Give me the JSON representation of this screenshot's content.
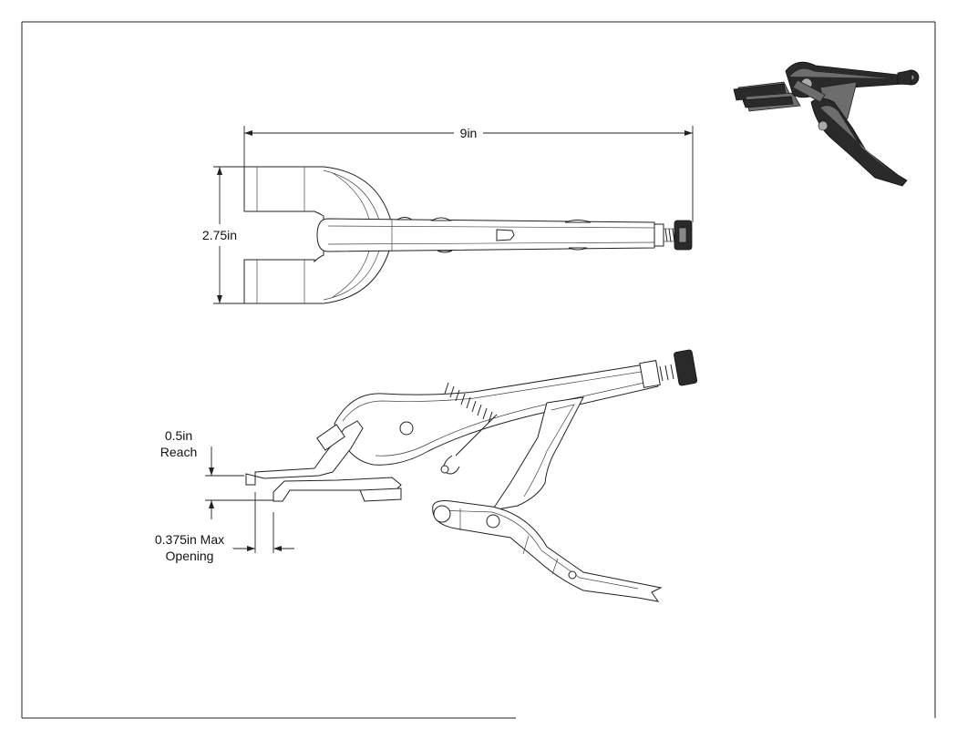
{
  "dimensions": {
    "length": "9in",
    "width": "2.75in",
    "reach_value": "0.5in",
    "reach_word": "Reach",
    "opening_value": "0.375in Max",
    "opening_word": "Opening"
  },
  "colors": {
    "line": "#222222",
    "iso_dark": "#2a2a2a",
    "iso_mid": "#6d6d6d",
    "background": "#ffffff"
  }
}
